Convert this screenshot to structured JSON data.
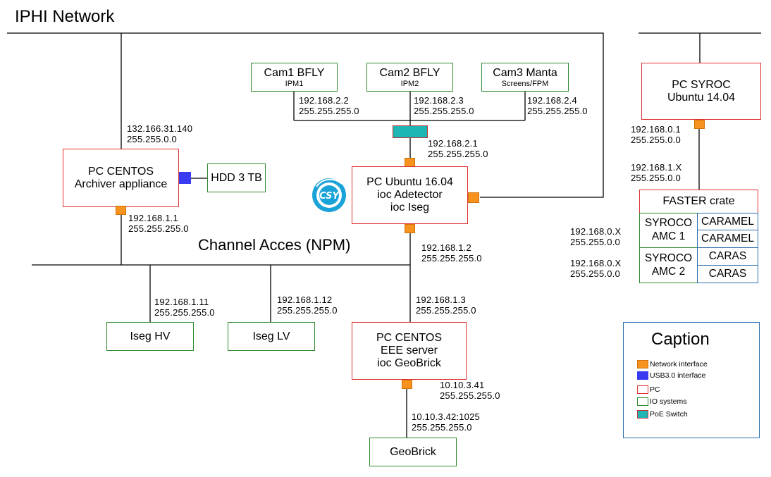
{
  "title": "IPHI Network",
  "channel_access_label": "Channel Acces (NPM)",
  "cameras": [
    {
      "name": "Cam1 BFLY",
      "sub": "IPM1",
      "ip": "192.168.2.2",
      "mask": "255.255.255.0"
    },
    {
      "name": "Cam2 BFLY",
      "sub": "IPM2",
      "ip": "192.168.2.3",
      "mask": "255.255.255.0"
    },
    {
      "name": "Cam3 Manta",
      "sub": "Screens/FPM",
      "ip": "192.168.2.4",
      "mask": "255.255.255.0"
    }
  ],
  "poe_switch": {
    "ip": "192.168.2.1",
    "mask": "255.255.255.0"
  },
  "pc_ubuntu": {
    "line1": "PC Ubuntu 16.04",
    "line2": "ioc Adetector",
    "line3": "ioc Iseg",
    "ip_bottom": "192.168.1.2",
    "mask_bottom": "255.255.255.0"
  },
  "pc_archiver": {
    "line1": "PC CENTOS",
    "line2": "Archiver appliance",
    "ip_top": "132.166.31.140",
    "mask_top": "255.255.0.0",
    "ip_bottom": "192.168.1.1",
    "mask_bottom": "255.255.255.0"
  },
  "hdd": {
    "label": "HDD 3 TB"
  },
  "pc_syroc": {
    "line1": "PC SYROC",
    "line2": "Ubuntu 14.04",
    "ip": "192.168.0.1",
    "mask": "255.255.0.0"
  },
  "faster": {
    "ip": "192.168.1.X",
    "mask": "255.255.0.0",
    "title": "FASTER crate",
    "syroco1": "SYROCO\nAMC 1",
    "syroco2": "SYROCO\nAMC 2",
    "cards": [
      "CARAMEL",
      "CARAMEL",
      "CARAS",
      "CARAS"
    ],
    "amc1_ip": "192.168.0.X",
    "amc1_mask": "255.255.0.0",
    "amc2_ip": "192.168.0.X",
    "amc2_mask": "255.255.0.0"
  },
  "iseg_hv": {
    "label": "Iseg HV",
    "ip": "192.168.1.11",
    "mask": "255.255.255.0"
  },
  "iseg_lv": {
    "label": "Iseg LV",
    "ip": "192.168.1.12",
    "mask": "255.255.255.0"
  },
  "pc_eee": {
    "line1": "PC CENTOS",
    "line2": "EEE server",
    "line3": "ioc GeoBrick",
    "ip_top": "192.168.1.3",
    "mask_top": "255.255.255.0",
    "ip_bottom": "10.10.3.41",
    "mask_bottom": "255.255.255.0"
  },
  "geobrick": {
    "label": "GeoBrick",
    "ip": "10.10.3.42:1025",
    "mask": "255.255.255.0"
  },
  "legend": {
    "title": "Caption",
    "items": [
      {
        "label": "Network interface",
        "color": "#f7931e"
      },
      {
        "label": "USB3.0 interface",
        "color": "#3a3af0"
      },
      {
        "label": "PC",
        "color": "#e03030"
      },
      {
        "label": "IO systems",
        "color": "#2e8b2e"
      },
      {
        "label": "PoE Switch",
        "color": "#1fb5b5"
      }
    ]
  },
  "colors": {
    "pc": "#e03030",
    "io": "#2e8b2e",
    "crate": "#2a6db0",
    "network": "#f7931e",
    "usb": "#3a3af0",
    "poe": "#1fb5b5"
  },
  "logo_icon": "epics-logo-icon"
}
